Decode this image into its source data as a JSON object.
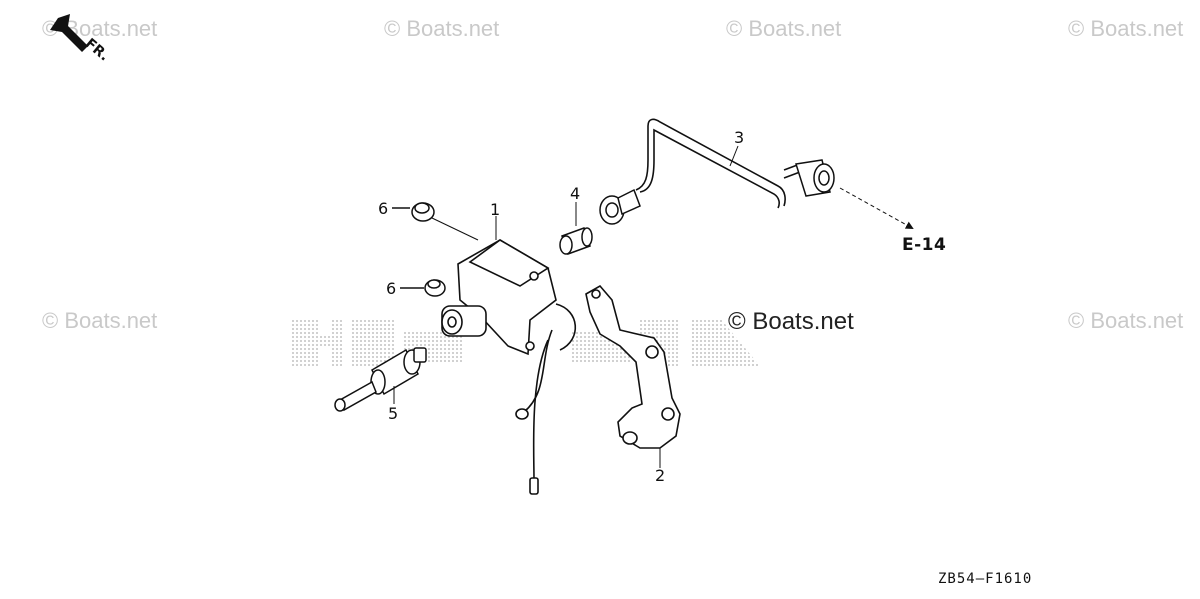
{
  "watermarks": {
    "text": "© Boats.net",
    "primary": "© Boats.net"
  },
  "orientation": {
    "label": "FR."
  },
  "reference": {
    "label": "E-14"
  },
  "diagram_code": "ZB54—F1610",
  "callouts": [
    "1",
    "2",
    "3",
    "4",
    "5",
    "6",
    "6"
  ],
  "colors": {
    "line": "#111111",
    "watermark": "#c9c9c9",
    "brand_dots": "#b0b0b0"
  }
}
